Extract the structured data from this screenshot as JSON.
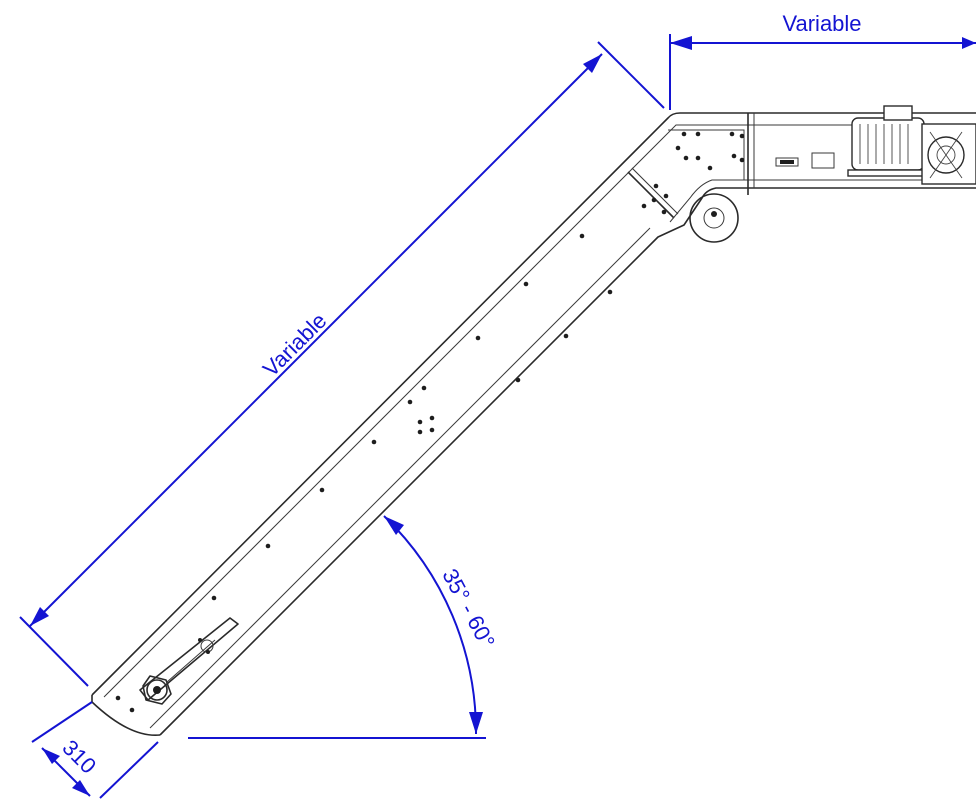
{
  "dimensions": {
    "incline_length": "Variable",
    "top_length": "Variable",
    "angle_range": "35° - 60°",
    "width": "310"
  },
  "colors": {
    "dimension": "#1414d2",
    "outline": "#2a2a2a"
  }
}
